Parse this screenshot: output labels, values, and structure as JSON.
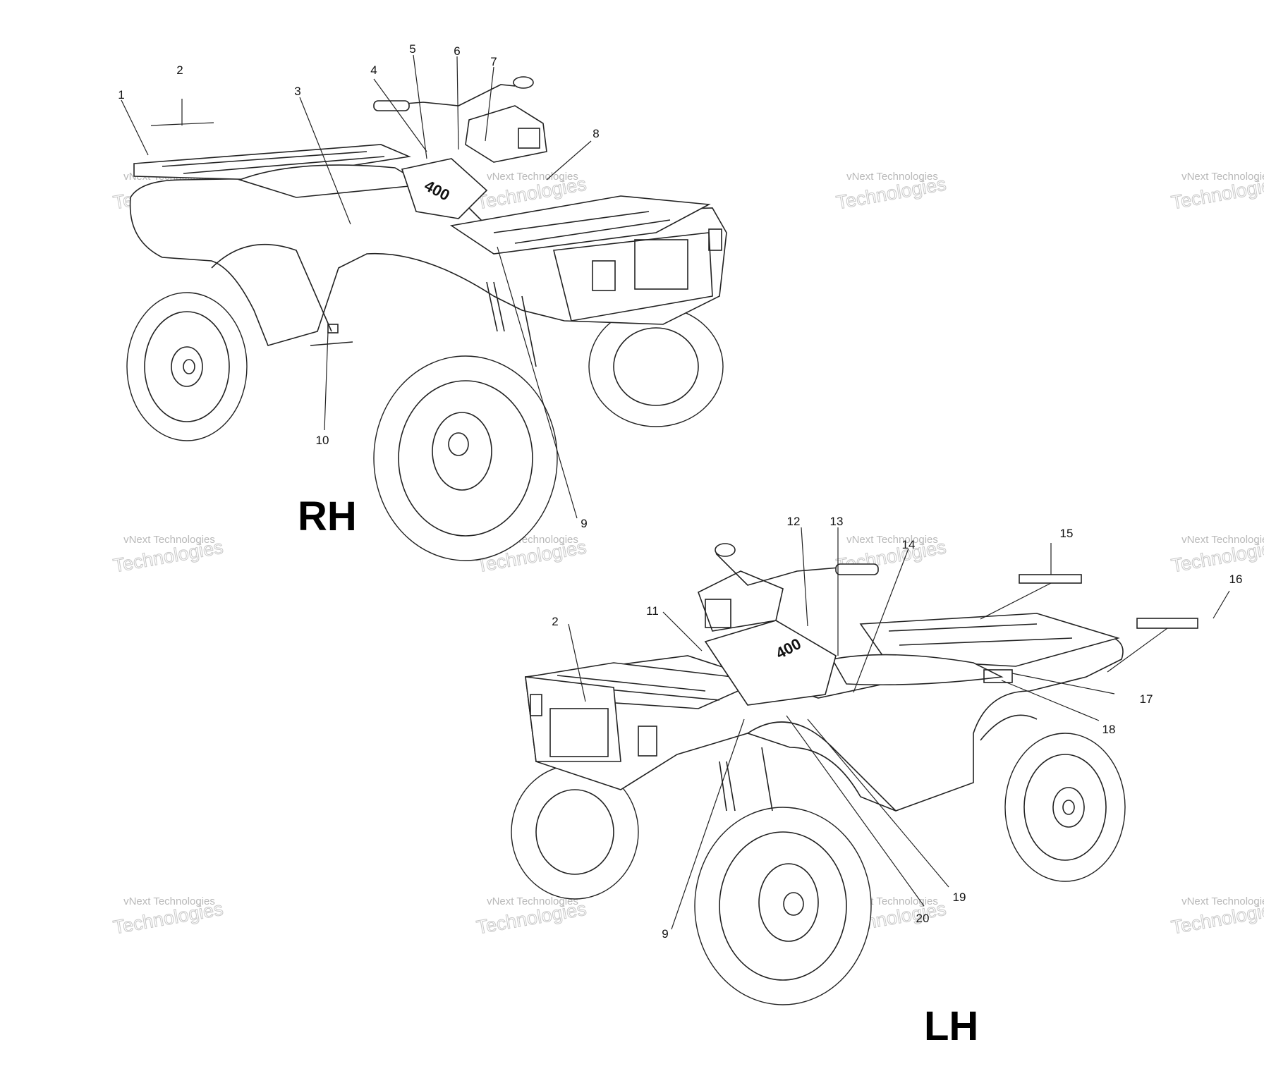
{
  "diagram": {
    "views": [
      {
        "label": "RH"
      },
      {
        "label": "LH"
      }
    ],
    "callouts_rh": [
      "1",
      "2",
      "3",
      "4",
      "5",
      "6",
      "7",
      "8",
      "9",
      "10"
    ],
    "callouts_lh": [
      "2",
      "9",
      "11",
      "12",
      "13",
      "14",
      "15",
      "16",
      "17",
      "18",
      "19",
      "20"
    ],
    "decal_text": "400",
    "watermark": {
      "line1": "vNext Technologies",
      "line2": "Technologies"
    }
  }
}
